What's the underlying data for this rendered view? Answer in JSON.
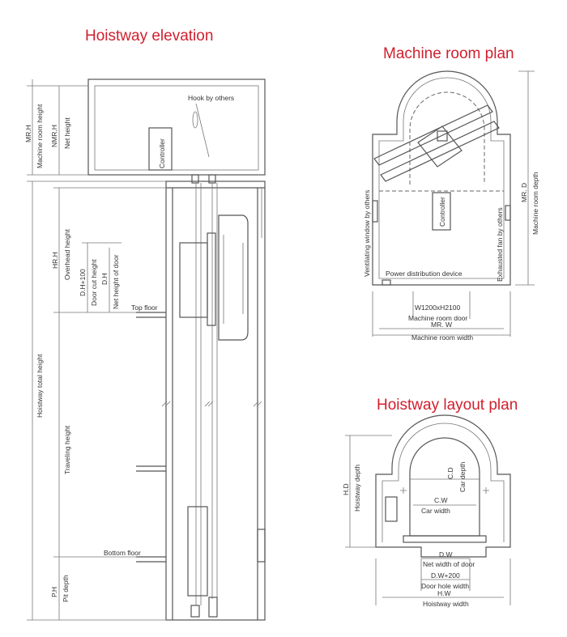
{
  "titles": {
    "elevation": "Hoistway elevation",
    "machine_room": "Machine room plan",
    "layout": "Hoistway layout plan"
  },
  "elevation": {
    "hook": "Hook by others",
    "controller": "Controller",
    "top_floor": "Top floor",
    "bottom_floor": "Bottom floor",
    "mr_h": "MR.H",
    "mr_h_desc": "Machine room height",
    "nmr_h": "NMR.H",
    "net_height": "Net height",
    "hr_h": "HR.H",
    "overhead_height": "Overhead height",
    "dh100": "D.H+100",
    "door_cut_height": "Door cut height",
    "dh": "D.H",
    "net_height_door": "Net height of door",
    "hoistway_total_height": "Hoistway total height",
    "traveling_height": "Traveling height",
    "ph": "P.H",
    "pit_depth": "Pit depth"
  },
  "machine_room": {
    "controller": "Controller",
    "ventilating_window": "Ventilating window by others",
    "exhausted_fan": "Exhausted fan by others",
    "power_device": "Power distribution device",
    "door_size": "W1200xH2100",
    "machine_room_door": "Machine room door",
    "mr_w": "MR. W",
    "machine_room_width": "Machine room width",
    "mr_d": "MR. D",
    "machine_room_depth": "Machine room depth"
  },
  "layout": {
    "hd": "H.D",
    "hoistway_depth": "Hoistway depth",
    "cd": "C.D",
    "car_depth": "Car depth",
    "cw": "C.W",
    "car_width": "Car width",
    "dw": "D.W",
    "net_width_door": "Net width of door",
    "dw200": "D.W+200",
    "door_hole_width": "Door hole width",
    "hw": "H.W",
    "hoistway_width": "Hoistway width"
  }
}
